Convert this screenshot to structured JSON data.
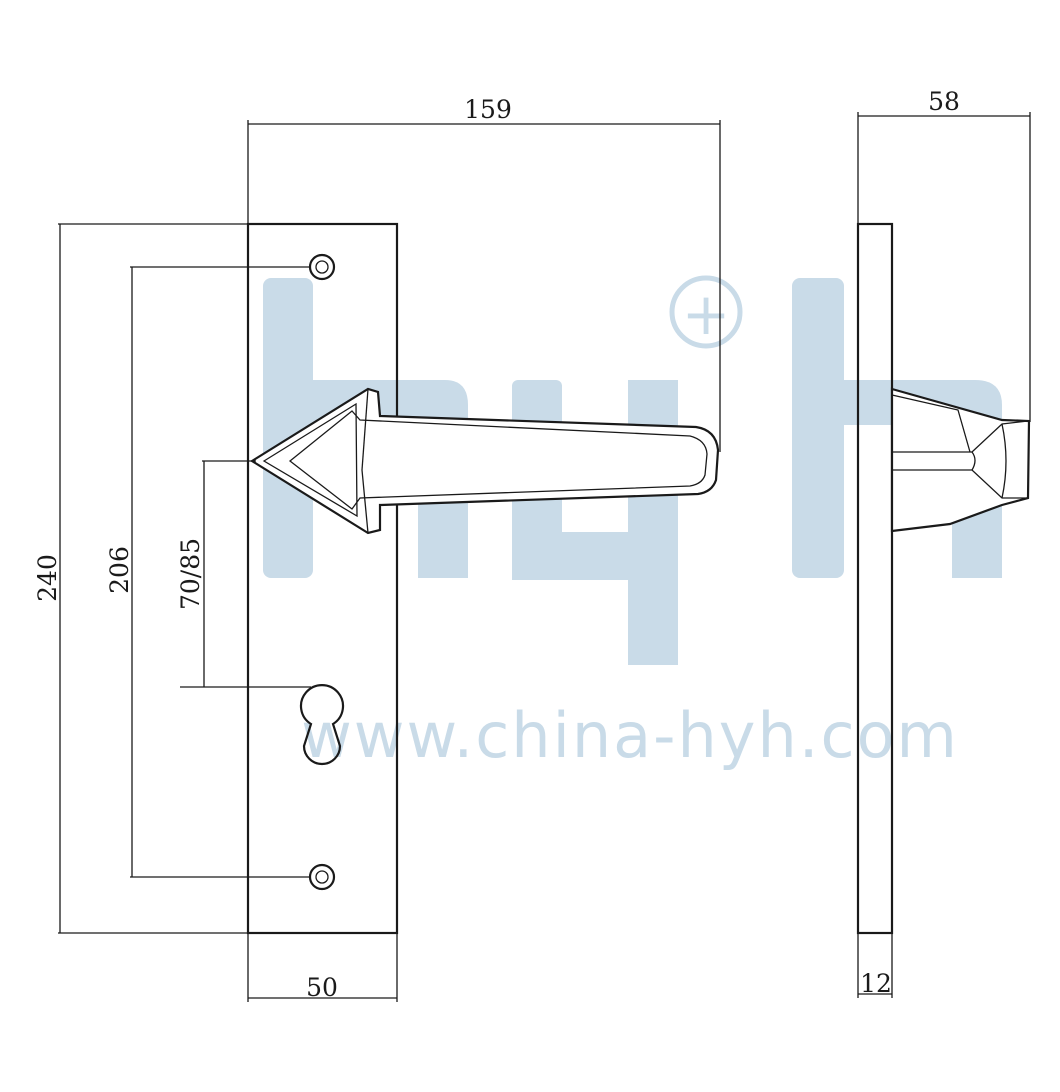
{
  "watermark": {
    "logo_text": "hyh",
    "registered_mark": "+",
    "url": "www.china-hyh.com",
    "color": "#c9dbe8"
  },
  "dimensions": {
    "handle_length": "159",
    "plate_height": "240",
    "screw_spacing": "206",
    "center_distance": "70/85",
    "plate_width": "50",
    "projection": "58",
    "plate_thickness": "12"
  },
  "colors": {
    "line": "#1a1a1a",
    "background": "#ffffff"
  }
}
